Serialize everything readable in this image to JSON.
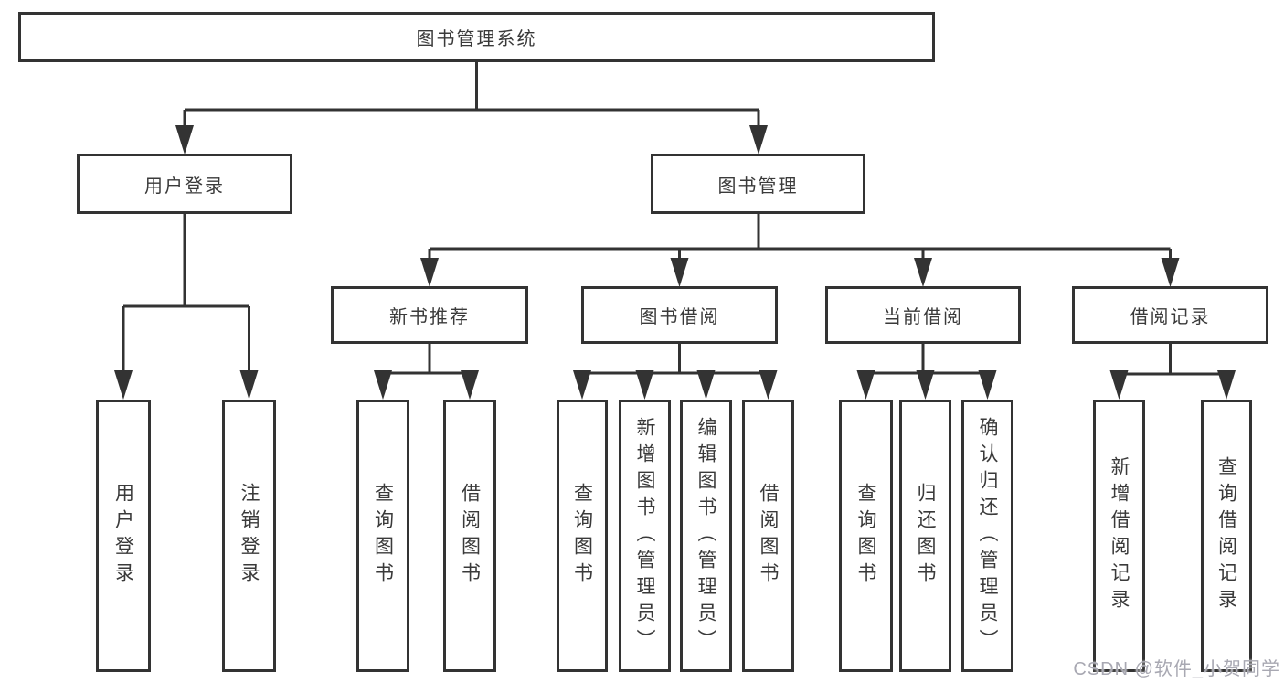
{
  "tree": {
    "label": "图书管理系统",
    "children": [
      {
        "label": "用户登录",
        "children": [
          {
            "label": "用户登录"
          },
          {
            "label": "注销登录"
          }
        ]
      },
      {
        "label": "图书管理",
        "children": [
          {
            "label": "新书推荐",
            "children": [
              {
                "label": "查询图书"
              },
              {
                "label": "借阅图书"
              }
            ]
          },
          {
            "label": "图书借阅",
            "children": [
              {
                "label": "查询图书"
              },
              {
                "label": "新增图书（管理员）"
              },
              {
                "label": "编辑图书（管理员）"
              },
              {
                "label": "借阅图书"
              }
            ]
          },
          {
            "label": "当前借阅",
            "children": [
              {
                "label": "查询图书"
              },
              {
                "label": "归还图书"
              },
              {
                "label": "确认归还（管理员）"
              }
            ]
          },
          {
            "label": "借阅记录",
            "children": [
              {
                "label": "新增借阅记录"
              },
              {
                "label": "查询借阅记录"
              }
            ]
          }
        ]
      }
    ]
  },
  "watermark": {
    "text": "CSDN @软件_小贺同学"
  },
  "colors": {
    "line": "#333333",
    "text": "#3a3a3a",
    "background": "#ffffff",
    "watermark": "#a8a8b2"
  }
}
